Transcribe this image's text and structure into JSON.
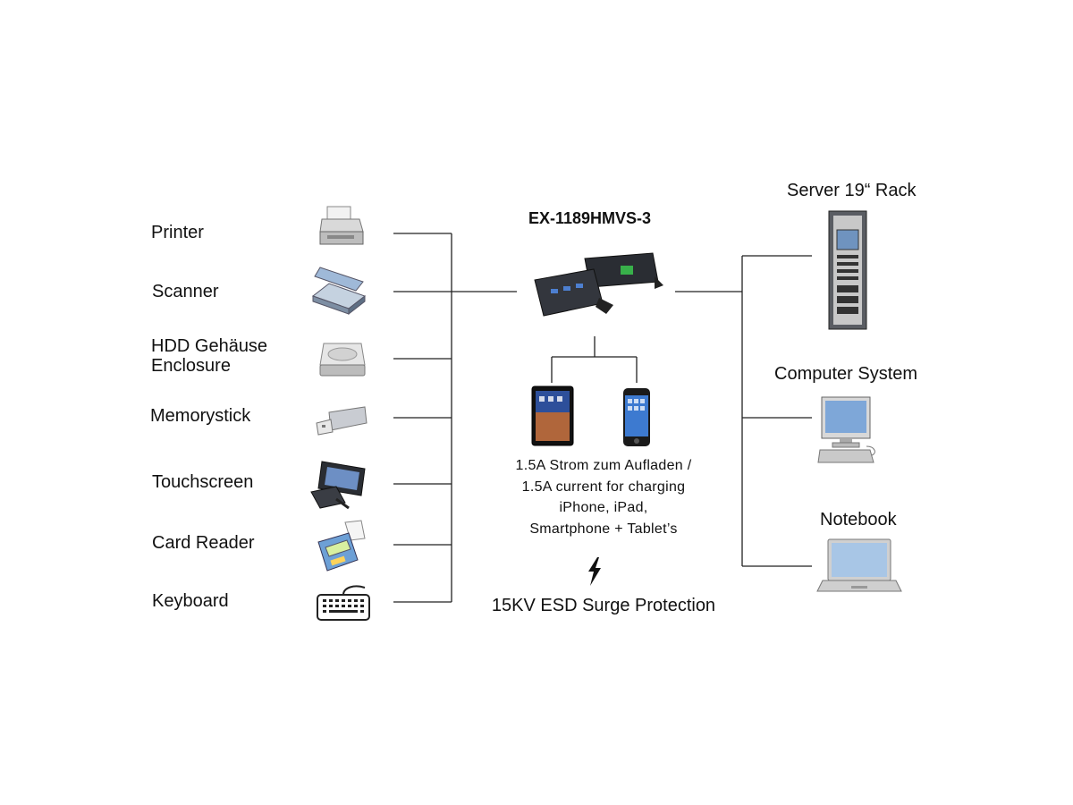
{
  "devices_left": [
    {
      "label": "Printer",
      "icon": "printer-icon"
    },
    {
      "label": "Scanner",
      "icon": "scanner-icon"
    },
    {
      "label_line1": "HDD Gehäuse",
      "label_line2": "Enclosure",
      "icon": "hdd-icon"
    },
    {
      "label": "Memorystick",
      "icon": "usb-stick-icon"
    },
    {
      "label": "Touchscreen",
      "icon": "pos-touchscreen-icon"
    },
    {
      "label": "Card Reader",
      "icon": "card-reader-icon"
    },
    {
      "label": "Keyboard",
      "icon": "keyboard-icon"
    }
  ],
  "hub": {
    "title": "EX-1189HMVS-3",
    "icon": "usb-hub-icon",
    "charging_devices": [
      {
        "name": "tablet",
        "icon": "tablet-icon"
      },
      {
        "name": "smartphone",
        "icon": "smartphone-icon"
      }
    ],
    "charging_text": {
      "line1": "1.5A Strom zum Aufladen /",
      "line2": "1.5A current for charging",
      "line3": "iPhone, iPad,",
      "line4": "Smartphone + Tablet’s"
    },
    "esd_icon": "lightning-icon",
    "esd_text": "15KV ESD Surge Protection"
  },
  "hosts_right": [
    {
      "label": "Server 19“ Rack",
      "icon": "server-rack-icon"
    },
    {
      "label": "Computer System",
      "icon": "desktop-computer-icon"
    },
    {
      "label": "Notebook",
      "icon": "notebook-icon"
    }
  ],
  "colors": {
    "line": "#222222",
    "text": "#111111",
    "screen": "#7ea7d8",
    "device_dark": "#2a2d33"
  }
}
